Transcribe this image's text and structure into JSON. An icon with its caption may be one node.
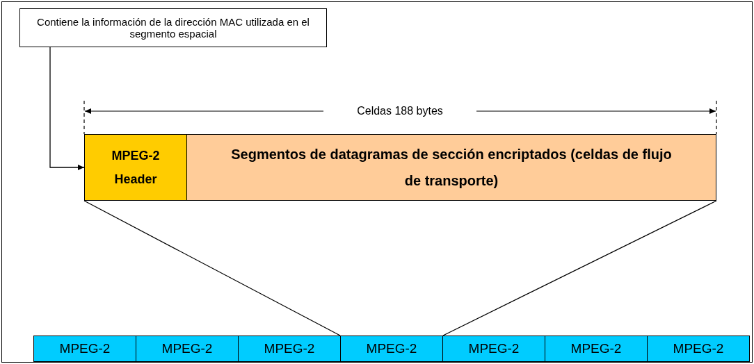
{
  "diagram": {
    "nodes": [
      {
        "text": [
          "Contiene la información de la dirección MAC utilizada en el segmento espacial"
        ]
      },
      {
        "text": [
          "MPEG-2 Header"
        ]
      },
      {
        "text": [
          "Segmentos de datagramas de sección encriptados (celdas de flujo de transporte)"
        ]
      },
      {
        "text": [
          "MPEG-2"
        ]
      },
      {
        "text": [
          "MPEG-2"
        ]
      },
      {
        "text": [
          "MPEG-2"
        ]
      },
      {
        "text": [
          "MPEG-2"
        ]
      },
      {
        "text": [
          "MPEG-2"
        ]
      },
      {
        "text": [
          "MPEG-2"
        ]
      },
      {
        "text": [
          "MPEG-2"
        ]
      }
    ],
    "edges": [
      {
        "from": 0,
        "to": 1,
        "arrow": "to"
      },
      {
        "from": 1,
        "to": 6,
        "arrow": "none"
      },
      {
        "from": 2,
        "to": 6,
        "arrow": "none"
      }
    ],
    "labels": [
      "Celdas 188 bytes"
    ]
  }
}
